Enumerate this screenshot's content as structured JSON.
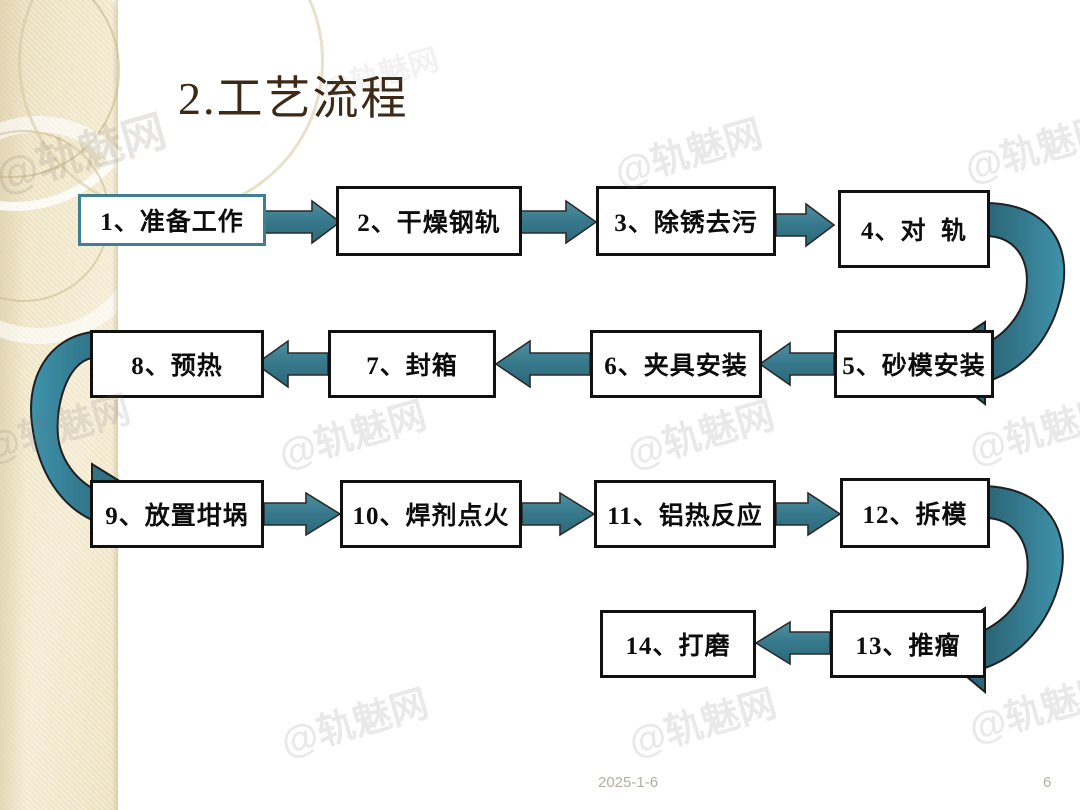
{
  "slide": {
    "title": "2.工艺流程",
    "page_number": "6",
    "date": "2025-1-6",
    "watermark_text": "@轨魅网",
    "colors": {
      "title": "#3d2a16",
      "accent_teal": "#3f7f91",
      "arrow_teal": "#3b7e91",
      "box_border": "#111111",
      "band_beige": "#efe4c4",
      "footer_gray": "#b2aea4"
    }
  },
  "flow": {
    "nodes": [
      {
        "id": 1,
        "label": "1、准备工作",
        "style": "accent"
      },
      {
        "id": 2,
        "label": "2、干燥钢轨",
        "style": "plain"
      },
      {
        "id": 3,
        "label": "3、除锈去污",
        "style": "plain"
      },
      {
        "id": 4,
        "label": "4、对  轨",
        "style": "plain"
      },
      {
        "id": 5,
        "label": "5、砂模安装",
        "style": "plain"
      },
      {
        "id": 6,
        "label": "6、夹具安装",
        "style": "plain"
      },
      {
        "id": 7,
        "label": "7、封箱",
        "style": "plain"
      },
      {
        "id": 8,
        "label": "8、预热",
        "style": "plain"
      },
      {
        "id": 9,
        "label": "9、放置坩埚",
        "style": "plain"
      },
      {
        "id": 10,
        "label": "10、焊剂点火",
        "style": "plain"
      },
      {
        "id": 11,
        "label": "11、铝热反应",
        "style": "plain"
      },
      {
        "id": 12,
        "label": "12、拆模",
        "style": "plain"
      },
      {
        "id": 13,
        "label": "13、推瘤",
        "style": "plain"
      },
      {
        "id": 14,
        "label": "14、打磨",
        "style": "plain"
      }
    ],
    "connectors": [
      {
        "from": 1,
        "to": 2,
        "kind": "straight-right"
      },
      {
        "from": 2,
        "to": 3,
        "kind": "straight-right"
      },
      {
        "from": 3,
        "to": 4,
        "kind": "straight-right"
      },
      {
        "from": 4,
        "to": 5,
        "kind": "curved-u-right"
      },
      {
        "from": 5,
        "to": 6,
        "kind": "straight-left"
      },
      {
        "from": 6,
        "to": 7,
        "kind": "straight-left"
      },
      {
        "from": 7,
        "to": 8,
        "kind": "straight-left"
      },
      {
        "from": 8,
        "to": 9,
        "kind": "curved-u-left"
      },
      {
        "from": 9,
        "to": 10,
        "kind": "straight-right"
      },
      {
        "from": 10,
        "to": 11,
        "kind": "straight-right"
      },
      {
        "from": 11,
        "to": 12,
        "kind": "straight-right"
      },
      {
        "from": 12,
        "to": 13,
        "kind": "curved-u-right"
      },
      {
        "from": 13,
        "to": 14,
        "kind": "straight-left"
      }
    ]
  }
}
